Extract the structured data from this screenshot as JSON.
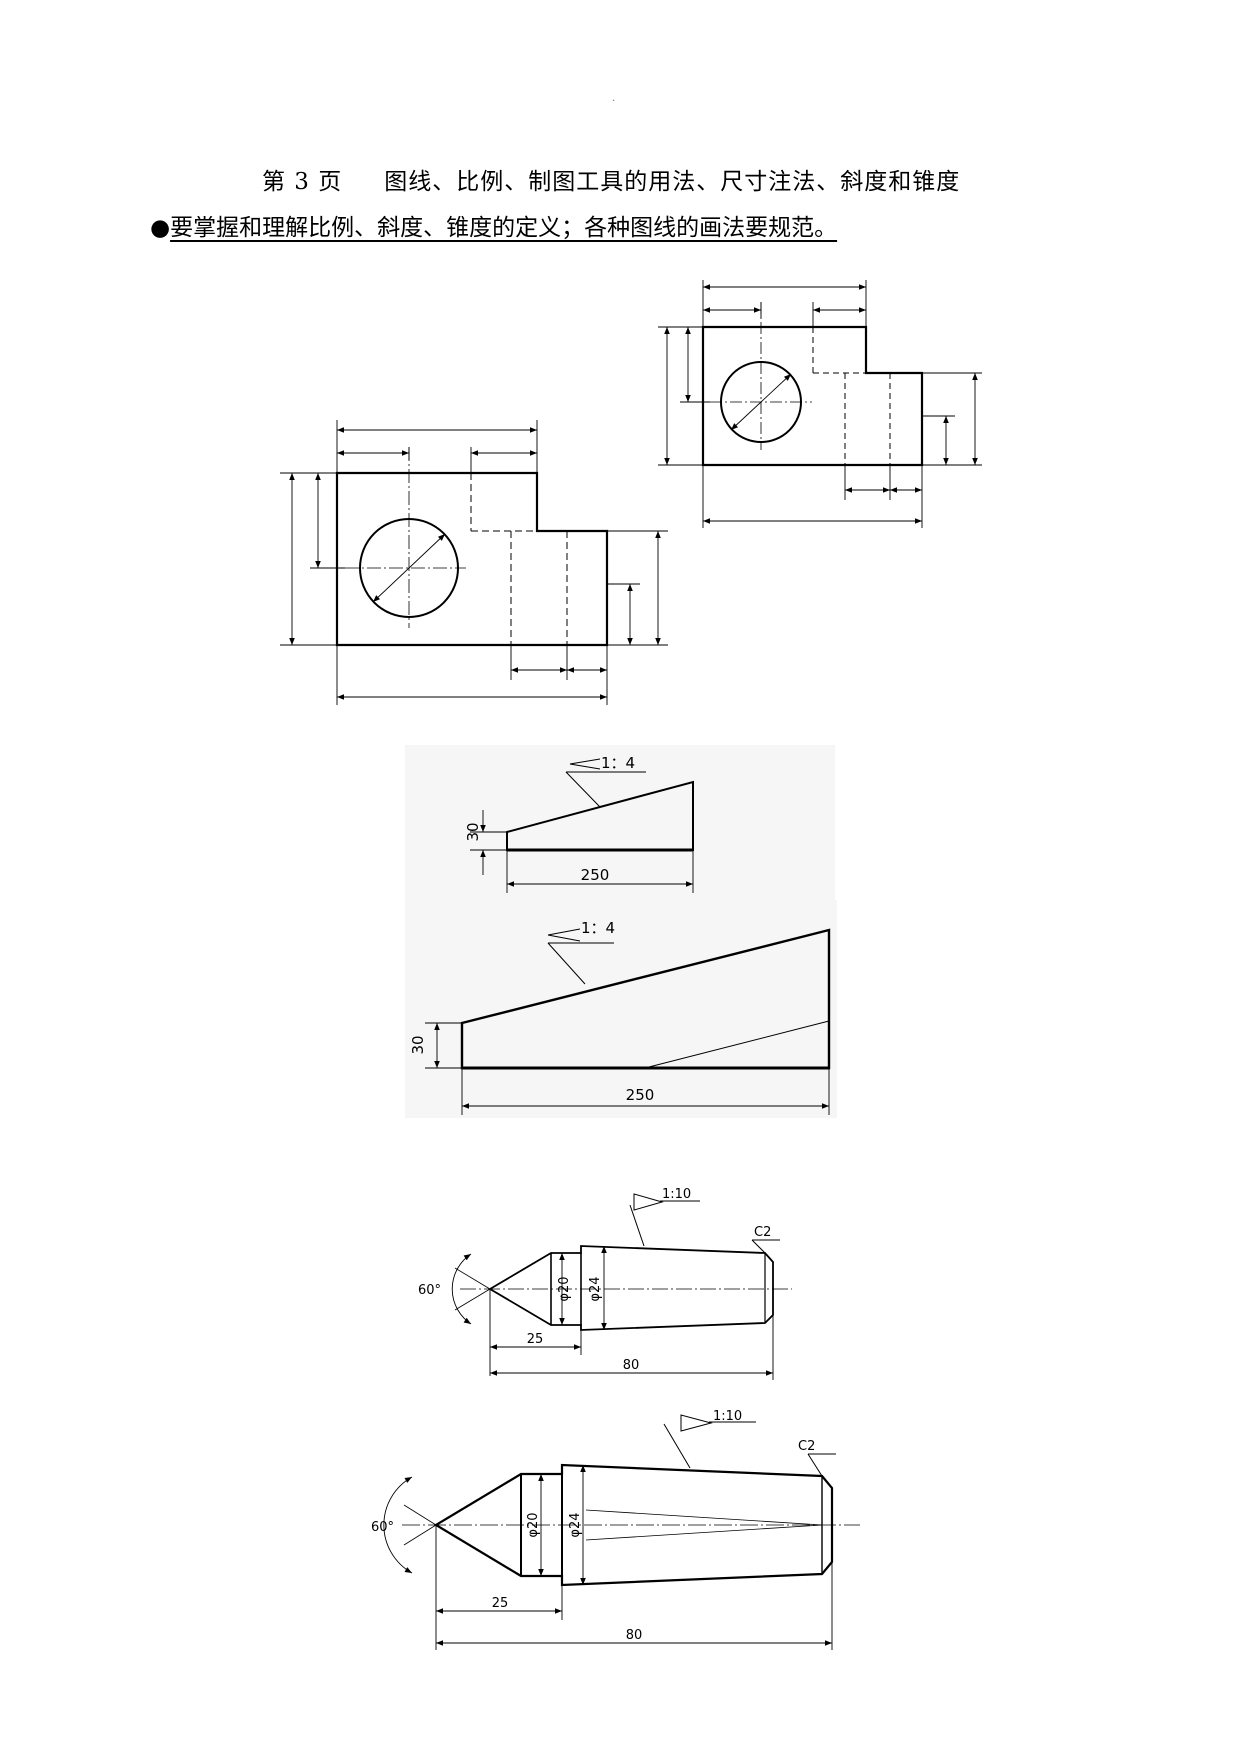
{
  "header": {
    "dot": "·",
    "page_label": "第 3 页",
    "title": "图线、比例、制图工具的用法、尺寸注法、斜度和锥度"
  },
  "requirement": {
    "bullet": "●",
    "text": "要掌握和理解比例、斜度、锥度的定义；各种图线的画法要规范。"
  },
  "slope_figures": {
    "slope_ratio": "1：4",
    "height": "30",
    "length": "250"
  },
  "taper_figures": {
    "taper_ratio": "1:10",
    "chamfer": "C2",
    "angle": "60°",
    "diameter_small": "φ20",
    "diameter_large": "φ24",
    "length_cone": "25",
    "length_total": "80"
  }
}
